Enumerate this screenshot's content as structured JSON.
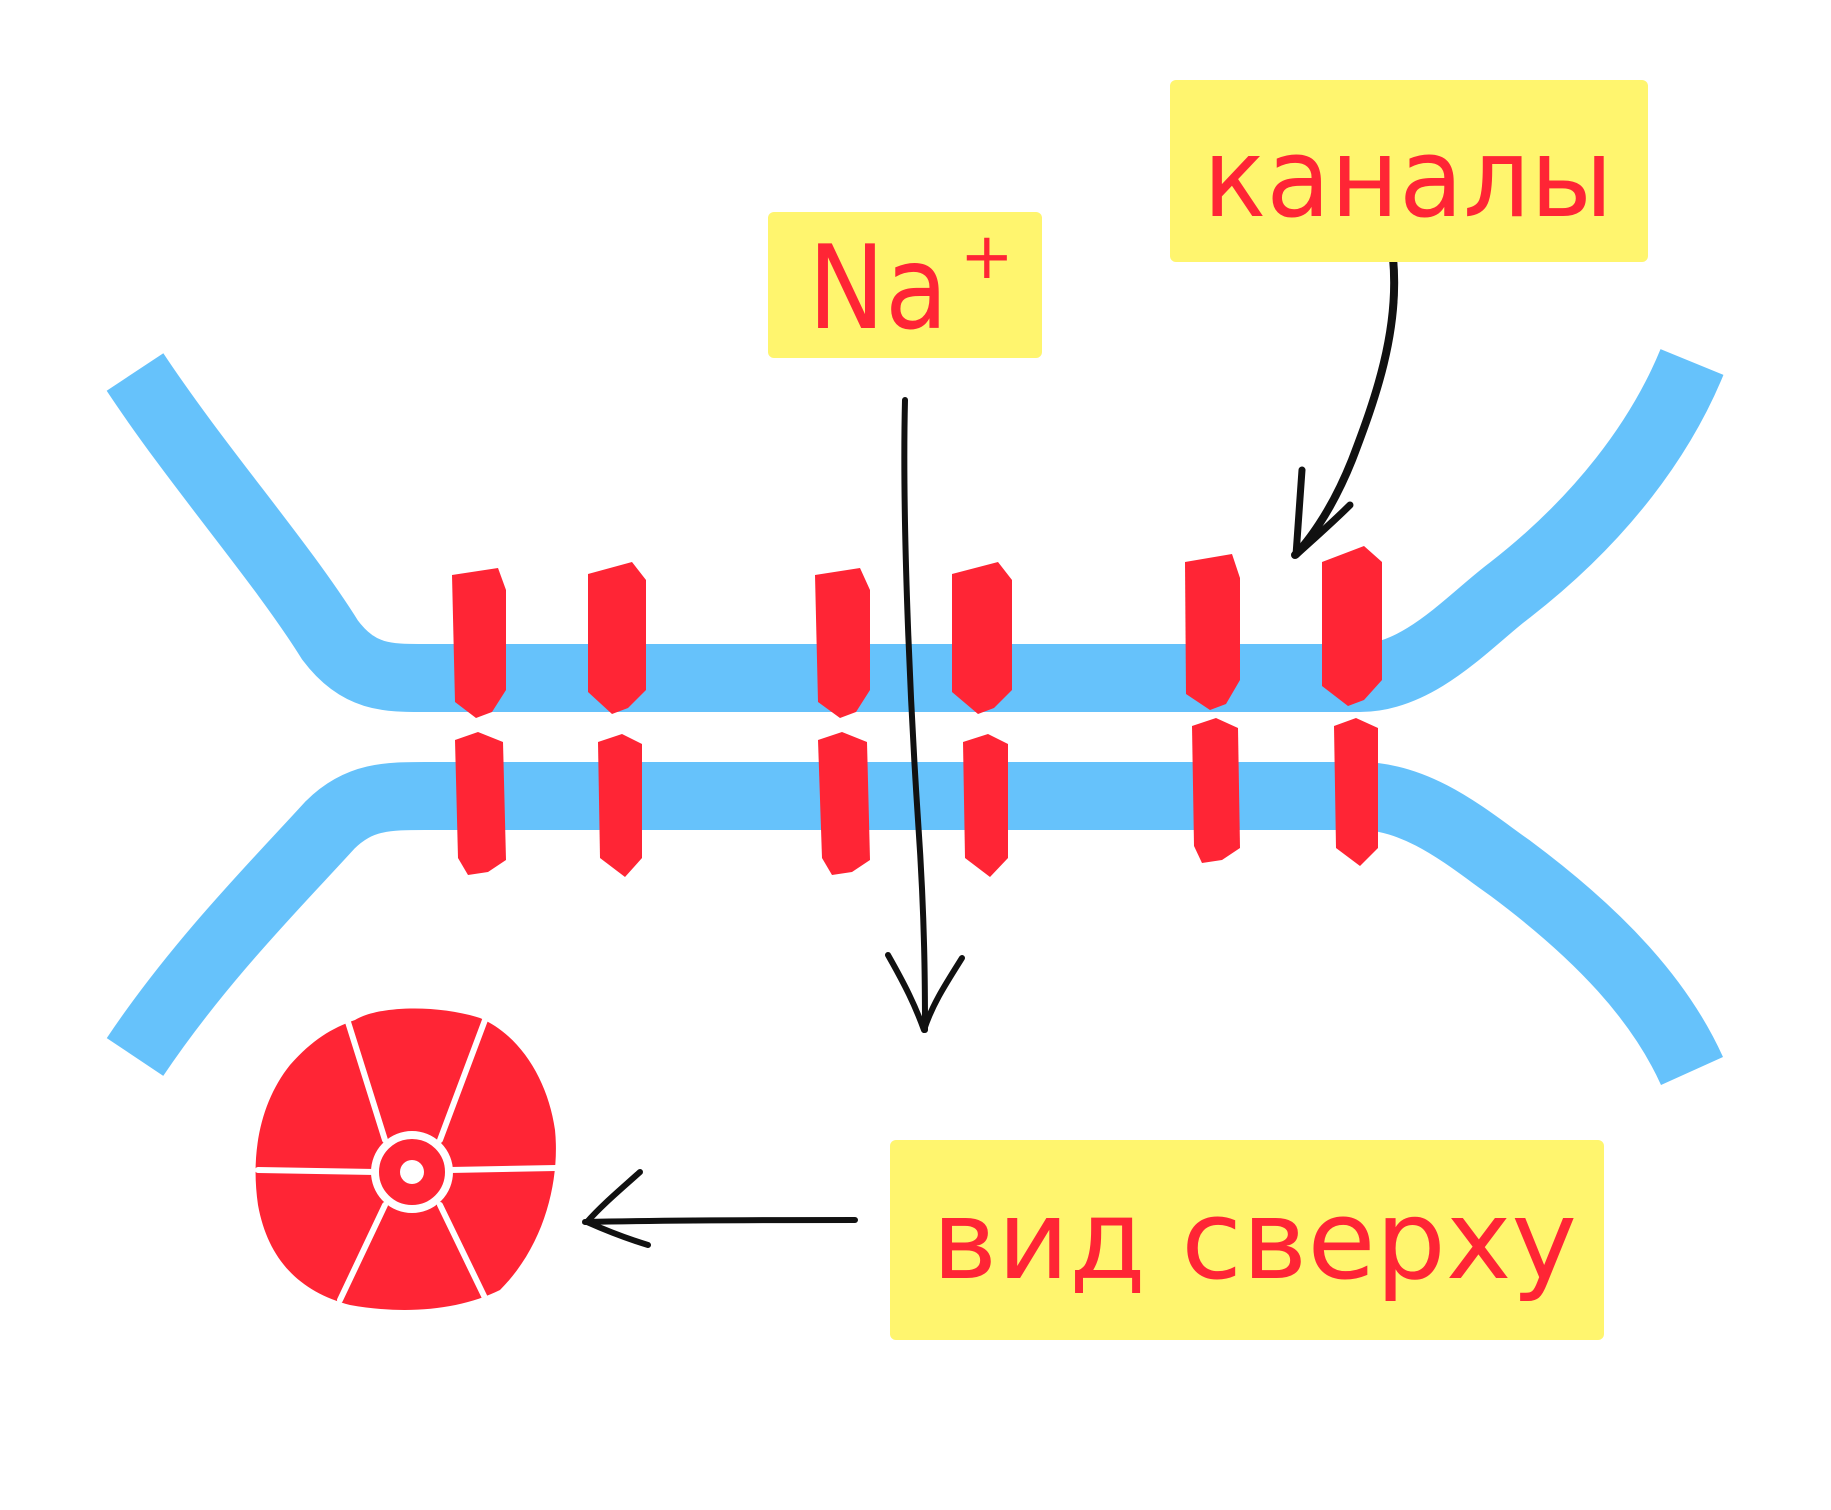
{
  "labels": {
    "ion": "Na",
    "ion_charge": "+",
    "channels": "каналы",
    "top_view": "вид сверху"
  },
  "colors": {
    "membrane": "#66c2fb",
    "channel": "#ff2535",
    "label_background": "#fff56e",
    "label_text": "#ff2535",
    "arrow": "#111111",
    "background": "#ffffff"
  }
}
